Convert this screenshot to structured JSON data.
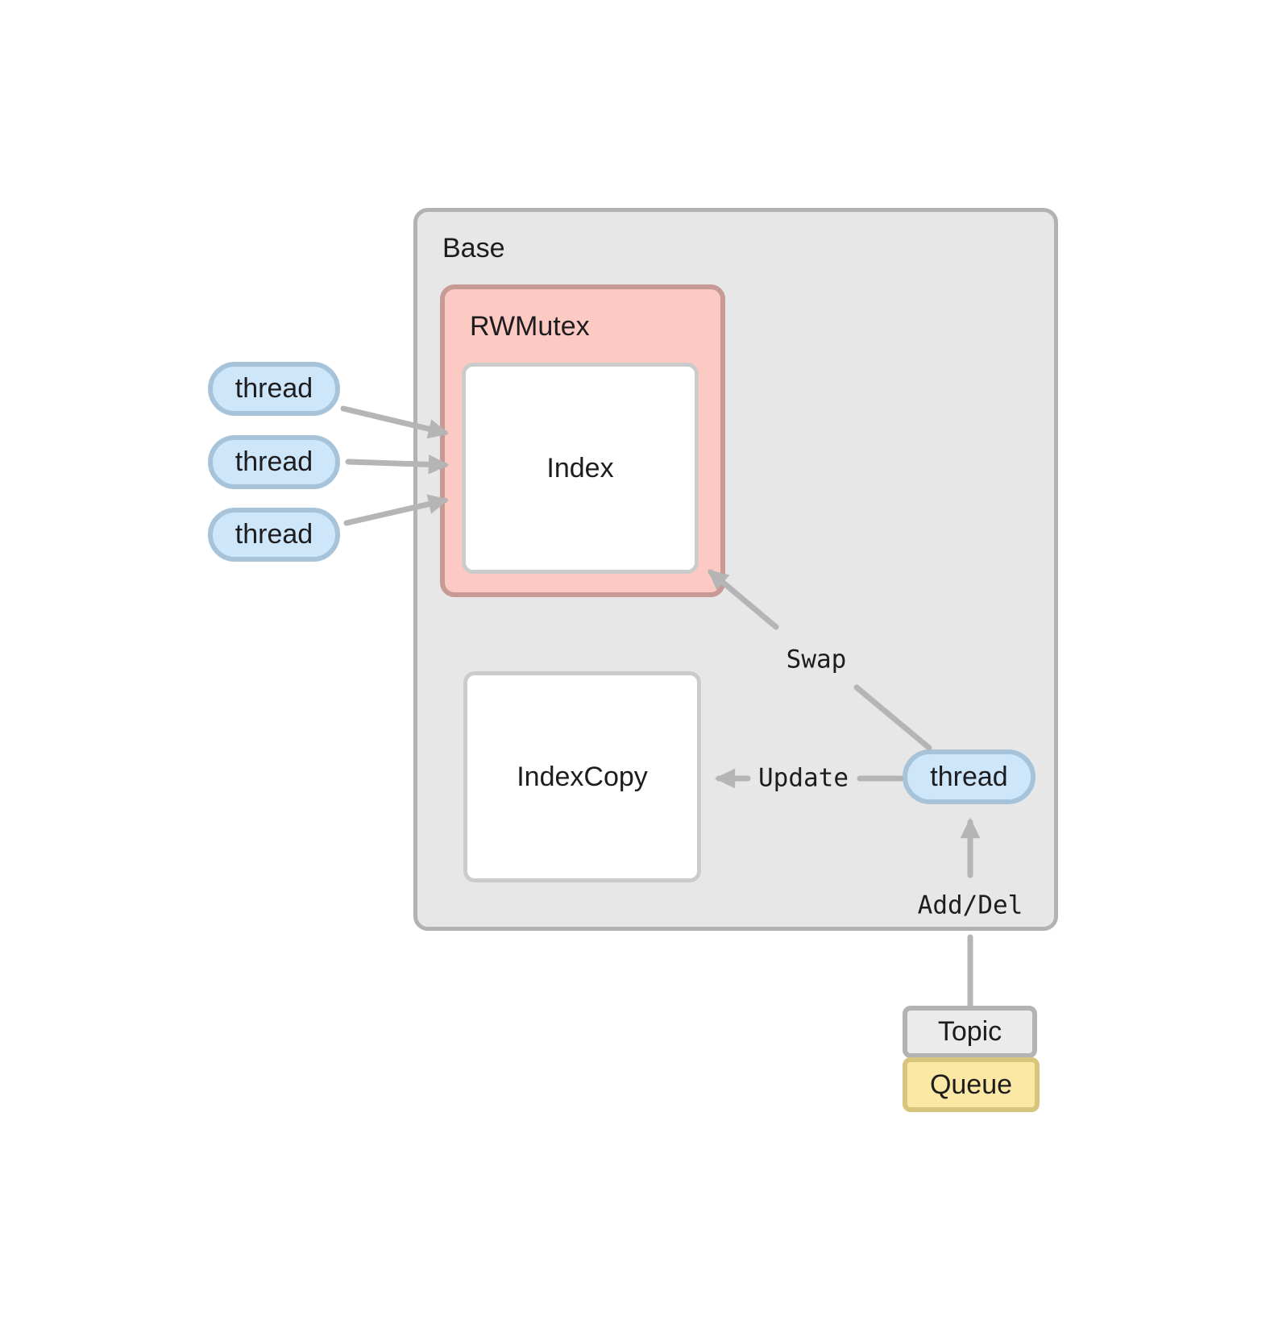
{
  "base": {
    "label": "Base"
  },
  "rwmutex": {
    "label": "RWMutex"
  },
  "index_box": {
    "label": "Index"
  },
  "index_copy_box": {
    "label": "IndexCopy"
  },
  "reader_threads": [
    {
      "label": "thread"
    },
    {
      "label": "thread"
    },
    {
      "label": "thread"
    }
  ],
  "writer_thread": {
    "label": "thread"
  },
  "topic": {
    "label": "Topic"
  },
  "queue": {
    "label": "Queue"
  },
  "arrows": {
    "swap": "Swap",
    "update": "Update",
    "add_del": "Add/Del"
  },
  "colors": {
    "canvas_bg": "#ffffff",
    "base_fill": "#e7e7e7",
    "base_border": "#b2b2b2",
    "mutex_fill": "#fcc9c3",
    "mutex_border": "#c89a95",
    "inner_box_fill": "#ffffff",
    "inner_box_border": "#cbcbcb",
    "thread_fill": "#cde6f9",
    "thread_border": "#a6c3da",
    "topic_fill": "#ebebeb",
    "topic_border": "#b3b3b3",
    "queue_fill": "#fbe8a4",
    "queue_border": "#d7c57e",
    "arrow": "#b5b5b5",
    "text": "#1d1d1f"
  }
}
